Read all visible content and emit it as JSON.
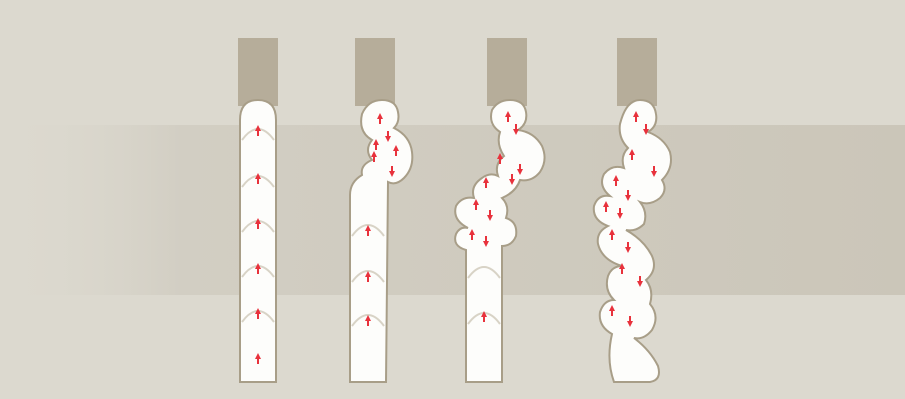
{
  "diagram": {
    "background_color": "#dcd9cf",
    "band_color": "#cfcbbf",
    "cap_color": "#b6ad9a",
    "column_fill": "#fdfdfb",
    "column_stroke": "#a89e88",
    "arrow_color": "#e8323c"
  },
  "columns": [
    {
      "stage": 1,
      "arrows": [
        "up",
        "up",
        "up",
        "up",
        "up",
        "up"
      ]
    },
    {
      "stage": 2,
      "arrows": [
        "up",
        "down",
        "up",
        "down",
        "up",
        "up",
        "up",
        "up",
        "up"
      ]
    },
    {
      "stage": 3,
      "arrows": [
        "up",
        "down",
        "up",
        "down",
        "up",
        "down",
        "up",
        "down",
        "up",
        "down",
        "up"
      ]
    },
    {
      "stage": 4,
      "arrows": [
        "up",
        "down",
        "up",
        "down",
        "up",
        "down",
        "up",
        "down",
        "up",
        "down",
        "up",
        "down",
        "up",
        "down"
      ]
    }
  ]
}
